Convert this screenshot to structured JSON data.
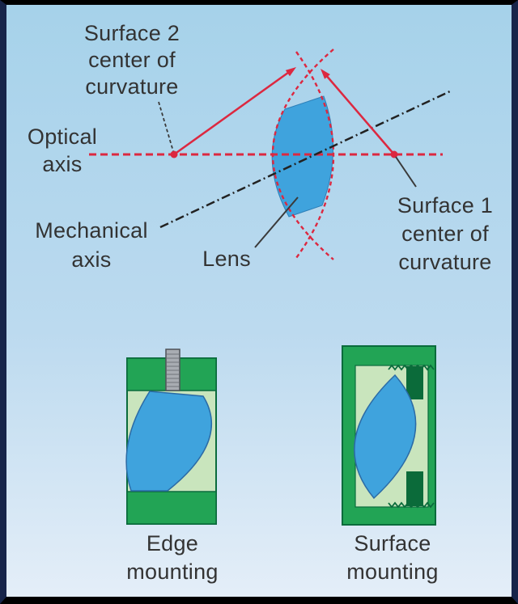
{
  "figure": {
    "type": "optics-lens-centering-and-mounting-diagram",
    "labels": {
      "surface2": [
        "Surface 2",
        "center of",
        "curvature"
      ],
      "optical_axis": [
        "Optical",
        "axis"
      ],
      "mechanical_axis": [
        "Mechanical",
        "axis"
      ],
      "lens": "Lens",
      "surface1": [
        "Surface 1",
        "center of",
        "curvature"
      ],
      "edge_mount": [
        "Edge",
        "mounting"
      ],
      "surface_mount": [
        "Surface",
        "mounting"
      ]
    },
    "colors": {
      "background_top": "#a6d2ea",
      "background_bottom": "#e4eef8",
      "frame_border": "#000000",
      "frame_border_sides": "#17254a",
      "axis_red": "#dc2840",
      "lens_blue": "#3fa3dd",
      "lens_outline_blue": "#2b6ba6",
      "mount_green": "#22a455",
      "mount_dark_green": "#0a6b3c",
      "mount_light_green": "#c9e5bd",
      "screw_gray": "#a8acb2",
      "text": "#333333",
      "mechanical_axis_black": "#222222"
    }
  }
}
